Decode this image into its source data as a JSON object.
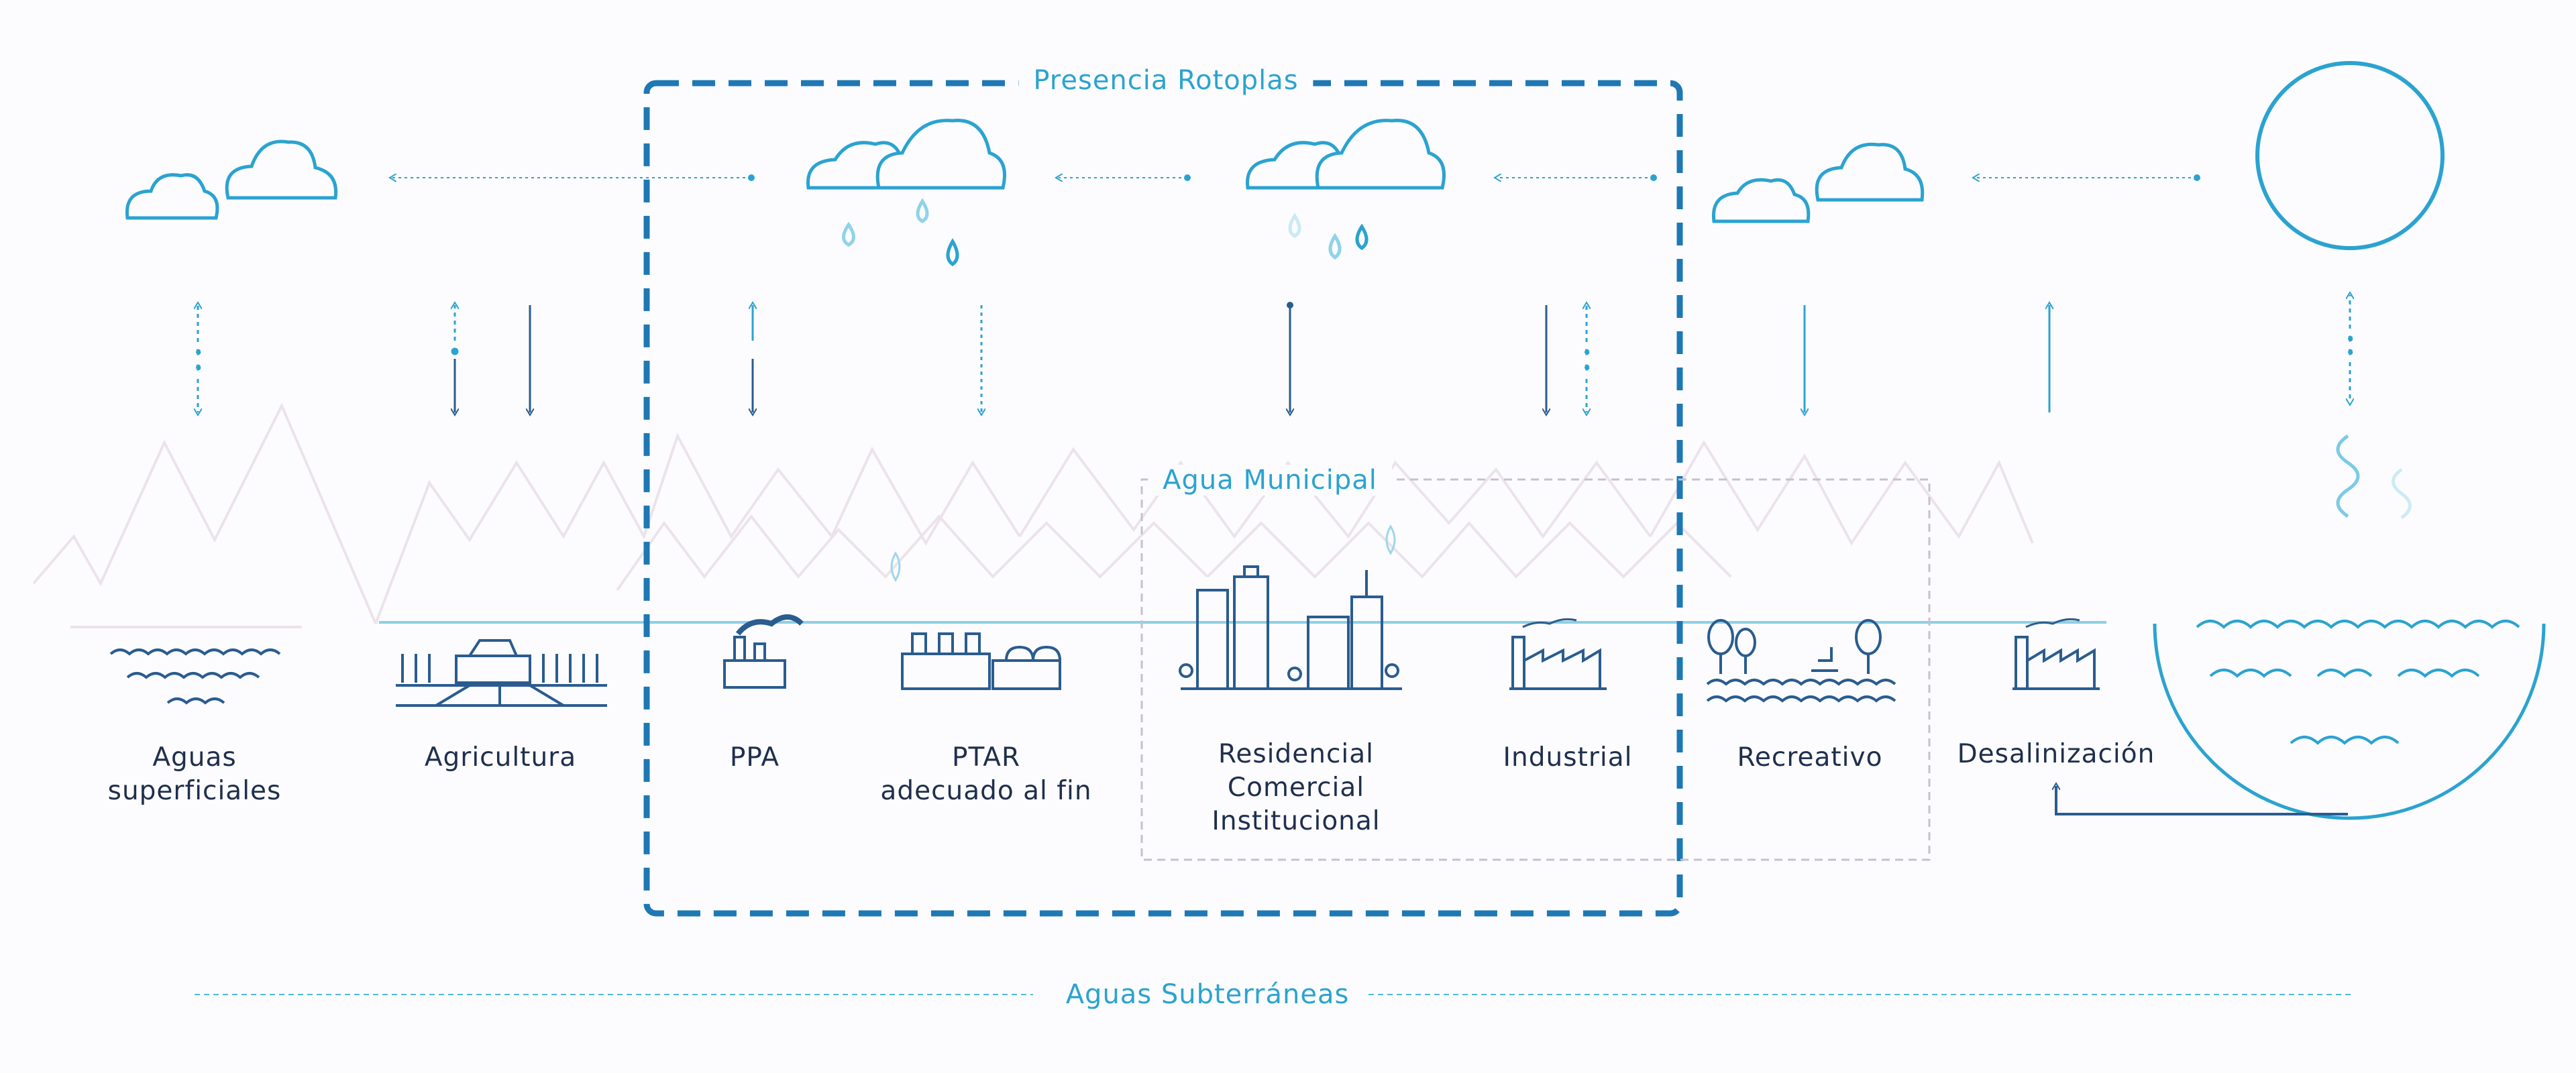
{
  "frames": {
    "rotoplas": "Presencia Rotoplas",
    "municipal": "Agua Municipal",
    "underground": "Aguas Subterráneas"
  },
  "nodes": [
    {
      "id": "aguas-superficiales",
      "label": "Aguas\nsuperficiales",
      "icon": "surface-water-icon"
    },
    {
      "id": "agricultura",
      "label": "Agricultura",
      "icon": "agriculture-harvester-icon"
    },
    {
      "id": "ppa",
      "label": "PPA",
      "icon": "water-treatment-plant-icon"
    },
    {
      "id": "ptar",
      "label": "PTAR\nadecuado al fin",
      "icon": "wastewater-plant-icon"
    },
    {
      "id": "residencial",
      "label": "Residencial\nComercial\nInstitucional",
      "icon": "city-buildings-icon"
    },
    {
      "id": "industrial",
      "label": "Industrial",
      "icon": "factory-icon"
    },
    {
      "id": "recreativo",
      "label": "Recreativo",
      "icon": "park-lake-icon"
    },
    {
      "id": "desalinizacion",
      "label": "Desalinización",
      "icon": "desalination-plant-icon"
    }
  ],
  "sky_icons": [
    "cloud-icon",
    "rain-cloud-icon",
    "sun-icon",
    "vapor-icon",
    "sea-icon",
    "mountains-icon"
  ],
  "colors": {
    "accent": "#2ba3d0",
    "dark_blue": "#2a5c8f",
    "navy": "#1f2f4c",
    "frame": "#1e78b4",
    "municipal_frame": "#c8bfcf",
    "mountains": "#ece3ea"
  }
}
